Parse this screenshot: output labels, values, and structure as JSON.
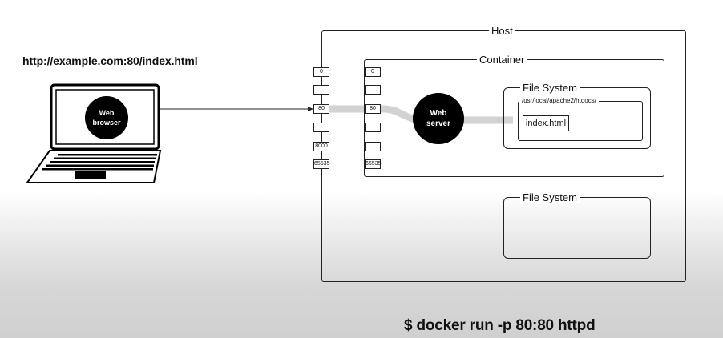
{
  "url_text": "http://example.com:80/index.html",
  "browser": {
    "line1": "Web",
    "line2": "browser"
  },
  "host": {
    "title": "Host",
    "ports": [
      "0",
      "",
      "80",
      "",
      "8000",
      "65535"
    ]
  },
  "container": {
    "title": "Container",
    "ports": [
      "0",
      "",
      "80",
      "",
      "",
      "65535"
    ]
  },
  "server": {
    "line1": "Web",
    "line2": "server"
  },
  "fs_container": {
    "title": "File System",
    "path": "/usr/local/apache2/htdocs/",
    "file": "index.html"
  },
  "fs_host": {
    "title": "File System"
  },
  "command": "$ docker run  -p 80:80 httpd"
}
